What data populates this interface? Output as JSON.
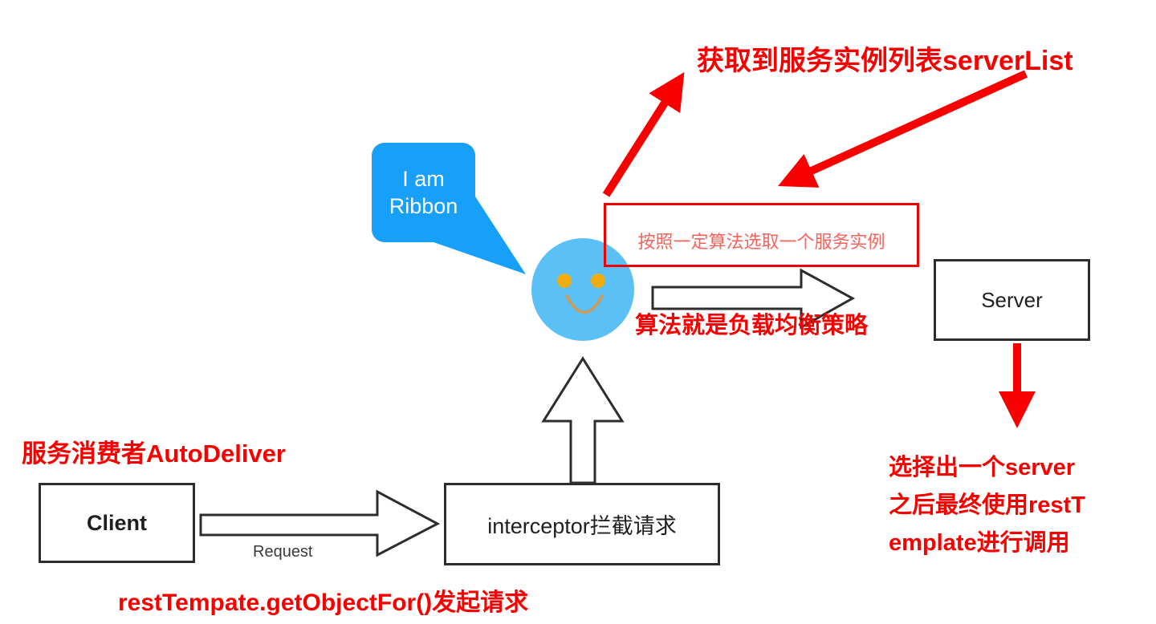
{
  "colors": {
    "red": "#F70000",
    "light_red": "#F8625C",
    "bubble_blue": "#18A0F8",
    "face_blue": "#5BC0F6",
    "eye_orange": "#F0AD12",
    "smile_tan": "#D29B52",
    "box_border": "#2d2d2d"
  },
  "annotations": {
    "serverlist": "获取到服务实例列表serverList",
    "algorithm_box": "按照一定算法选取一个服务实例",
    "load_balance": "算法就是负载均衡策略",
    "consumer": "服务消费者AutoDeliver",
    "rest_call": "restTempate.getObjectFor()发起请求",
    "select_server_line1": "选择出一个server",
    "select_server_line2": "之后最终使用restT",
    "select_server_line3": "emplate进行调用"
  },
  "nodes": {
    "client": "Client",
    "interceptor": "interceptor拦截请求",
    "server": "Server"
  },
  "bubble": {
    "line1": "I am",
    "line2": "Ribbon"
  },
  "labels": {
    "request": "Request"
  }
}
